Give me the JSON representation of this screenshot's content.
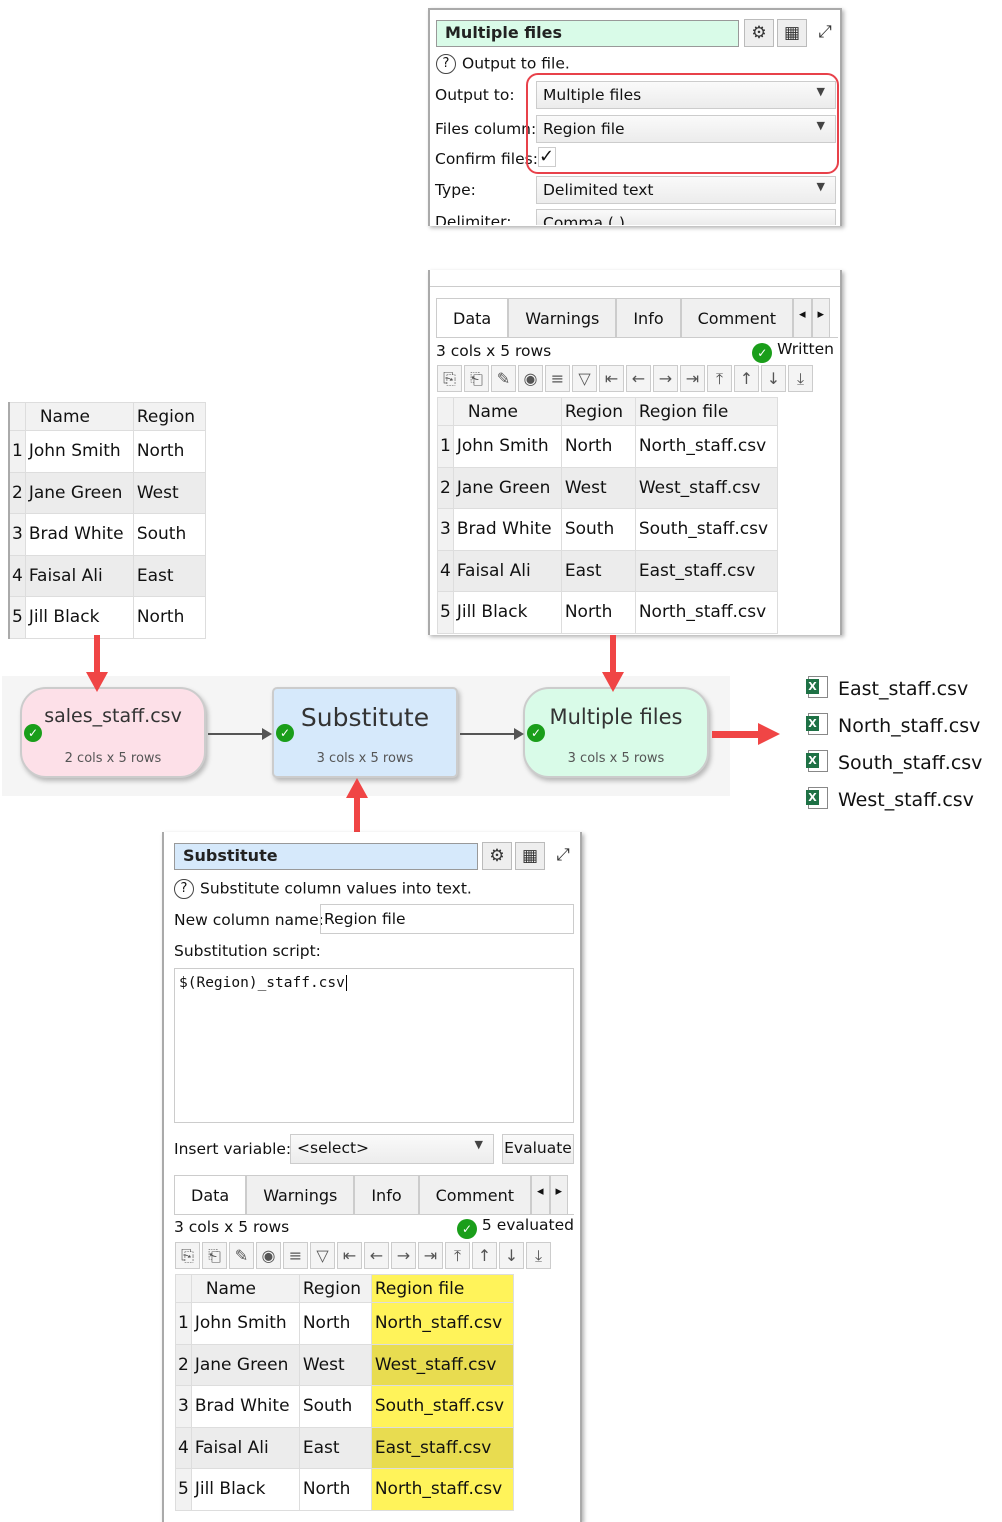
{
  "multiple_files_panel": {
    "title": "Multiple files",
    "help": "Output to file.",
    "output_to_label": "Output to:",
    "output_to_value": "Multiple files",
    "files_column_label": "Files column:",
    "files_column_value": "Region file",
    "confirm_label": "Confirm files:",
    "confirm_checked": true,
    "confirm_mark": "✓",
    "type_label": "Type:",
    "type_value": "Delimited text",
    "delimiter_label": "Delimiter:",
    "delimiter_value": "Comma (,)",
    "highlight_color": "#e8414a",
    "header_color": "#d9fbe8"
  },
  "multiple_files_data": {
    "tabs": [
      "Data",
      "Warnings",
      "Info",
      "Comment"
    ],
    "summary": "3 cols x 5 rows",
    "status": "Written",
    "columns": [
      "Name",
      "Region",
      "Region file"
    ],
    "rows": [
      [
        "John Smith",
        "North",
        "North_staff.csv"
      ],
      [
        "Jane Green",
        "West",
        "West_staff.csv"
      ],
      [
        "Brad White",
        "South",
        "South_staff.csv"
      ],
      [
        "Faisal Ali",
        "East",
        "East_staff.csv"
      ],
      [
        "Jill Black",
        "North",
        "North_staff.csv"
      ]
    ]
  },
  "input_table": {
    "columns": [
      "Name",
      "Region"
    ],
    "rows": [
      [
        "John Smith",
        "North"
      ],
      [
        "Jane Green",
        "West"
      ],
      [
        "Brad White",
        "South"
      ],
      [
        "Faisal Ali",
        "East"
      ],
      [
        "Jill Black",
        "North"
      ]
    ]
  },
  "flow": {
    "nodes": [
      {
        "title": "sales_staff.csv",
        "subtitle": "2 cols x 5 rows",
        "color": "#fde0e8"
      },
      {
        "title": "Substitute",
        "subtitle": "3 cols x 5 rows",
        "color": "#d6e9fb"
      },
      {
        "title": "Multiple files",
        "subtitle": "3 cols x 5 rows",
        "color": "#d9fbe8"
      }
    ]
  },
  "output_files": [
    "East_staff.csv",
    "North_staff.csv",
    "South_staff.csv",
    "West_staff.csv"
  ],
  "substitute_panel": {
    "title": "Substitute",
    "help": "Substitute column values into text.",
    "new_column_label": "New column name:",
    "new_column_value": "Region file",
    "script_label": "Substitution script:",
    "script_value": "$(Region)_staff.csv",
    "insert_variable_label": "Insert variable:",
    "insert_variable_value": "<select>",
    "evaluate_label": "Evaluate",
    "header_color": "#d6e9fb"
  },
  "substitute_data": {
    "tabs": [
      "Data",
      "Warnings",
      "Info",
      "Comment"
    ],
    "summary": "3 cols x 5 rows",
    "status": "5 evaluated",
    "columns": [
      "Name",
      "Region",
      "Region file"
    ],
    "rows": [
      [
        "John Smith",
        "North",
        "North_staff.csv"
      ],
      [
        "Jane Green",
        "West",
        "West_staff.csv"
      ],
      [
        "Brad White",
        "South",
        "South_staff.csv"
      ],
      [
        "Faisal Ali",
        "East",
        "East_staff.csv"
      ],
      [
        "Jill Black",
        "North",
        "North_staff.csv"
      ]
    ],
    "highlight_color": "#fff35a"
  },
  "toolbar_icons": [
    "export-icon",
    "copy-icon",
    "edit-icon",
    "eye-icon",
    "sort-icon",
    "filter-icon",
    "first-column-icon",
    "left-icon",
    "right-icon",
    "last-column-icon",
    "top-icon",
    "up-icon",
    "down-icon",
    "bottom-icon"
  ]
}
